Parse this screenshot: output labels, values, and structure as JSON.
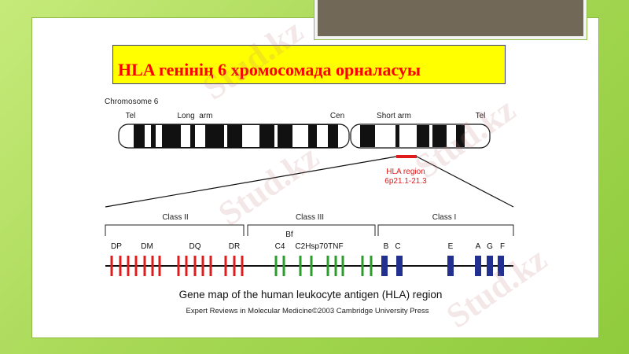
{
  "slide": {
    "title": "HLA генінің 6 хромосомада орналасуы",
    "watermark": "Stud.kz"
  },
  "chromosome": {
    "label": "Chromosome 6",
    "tel_left": "Tel",
    "long_arm": "Long  arm",
    "cen": "Cen",
    "short_arm": "Short arm",
    "tel_right": "Tel",
    "region_label": "HLA region",
    "region_band": "6p21.1-21.3"
  },
  "gene_map": {
    "classes": [
      {
        "label": "Class II",
        "color": "#e01b1b"
      },
      {
        "label": "Class III",
        "color": "#2a9d2a"
      },
      {
        "label": "Class I",
        "color": "#22318f"
      }
    ],
    "gene_labels": [
      "DP",
      "DM",
      "DQ",
      "DR",
      "C4",
      "Bf",
      "C2Hsp70TNF",
      "B",
      "C",
      "E",
      "A",
      "G",
      "F"
    ],
    "caption": "Gene map of the human leukocyte antigen (HLA) region",
    "credit": "Expert Reviews in Molecular Medicine©2003 Cambridge University Press"
  }
}
